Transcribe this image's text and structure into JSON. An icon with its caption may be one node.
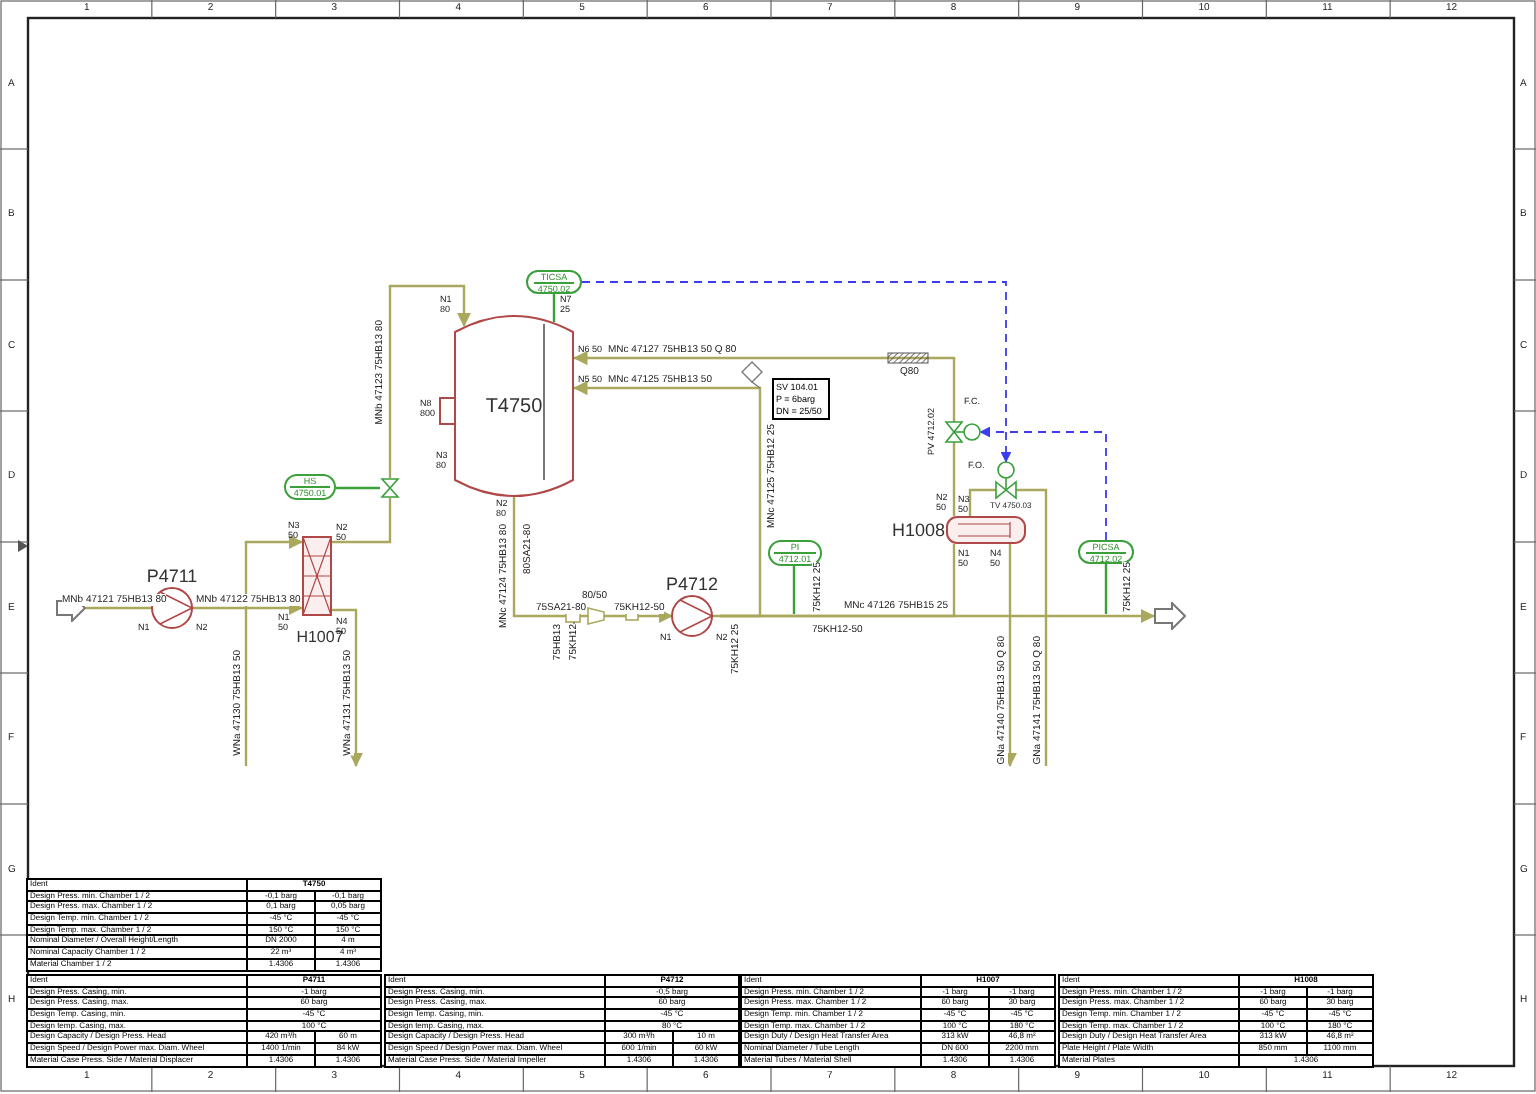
{
  "diagram": {
    "nodes": [
      {
        "text": [
          "P4711"
        ],
        "beside": [
          "N1",
          "N2"
        ]
      },
      {
        "text": [
          "H1007"
        ],
        "beside": [
          "N3 50",
          "N2 50",
          "N1 50",
          "N4 50"
        ]
      },
      {
        "text": [
          "HS",
          "4750.01"
        ]
      },
      {
        "text": [
          "T4750"
        ],
        "beside": [
          "N1 80",
          "N7 25",
          "N6 50",
          "N5 50",
          "N8 800",
          "N3 80",
          "N2 80"
        ]
      },
      {
        "text": [
          "TICSA",
          "4750.02"
        ]
      },
      {
        "text": [
          "P4712"
        ],
        "beside": [
          "N1",
          "N2"
        ]
      },
      {
        "text": [
          "SV 104.01",
          "P = 6barg",
          "DN = 25/50"
        ]
      },
      {
        "text": [
          "PI",
          "4712.01"
        ]
      },
      {
        "text": [
          "H1008"
        ],
        "beside": [
          "N2 50",
          "N3 50",
          "N1 50",
          "N4 50"
        ]
      },
      {
        "text": [
          "PV 4712.02",
          "F.C."
        ]
      },
      {
        "text": [
          "TV 4750.03",
          "F.O."
        ]
      },
      {
        "text": [
          "PICSA",
          "4712.02"
        ]
      },
      {
        "text": [],
        "shape": "arrow"
      },
      {
        "text": [],
        "shape": "arrow"
      },
      {
        "text": [],
        "shape": "valve"
      }
    ],
    "edges": [
      {
        "from": 12,
        "to": 0,
        "arrow": "none",
        "label": "MNb 47121 75HB13 80"
      },
      {
        "from": 0,
        "to": 1,
        "arrow": "to",
        "label": "MNb 47122 75HB13 80"
      },
      {
        "from": null,
        "to": 1,
        "arrow": "to",
        "label": "WNa 47130 75HB13 50"
      },
      {
        "from": 1,
        "to": null,
        "arrow": "to",
        "label": "WNa 47131 75HB13 50"
      },
      {
        "from": 1,
        "to": 14,
        "arrow": "none"
      },
      {
        "from": 2,
        "to": 14,
        "arrow": "none",
        "color": "#3aa03a"
      },
      {
        "from": 4,
        "to": 3,
        "arrow": "none",
        "color": "#3aa03a"
      },
      {
        "from": 3,
        "to": 5,
        "arrow": "to",
        "label": "MNc 47124 75HB13 80"
      },
      {
        "from": 5,
        "to": 13,
        "arrow": "to",
        "label": "MNc 47126 75HB15 25"
      },
      {
        "from": 5,
        "to": 3,
        "arrow": "to",
        "label": "MNc 47125 75HB13 50"
      },
      {
        "from": 5,
        "to": 8,
        "arrow": "none"
      },
      {
        "from": 8,
        "to": 9,
        "arrow": "none"
      },
      {
        "from": 9,
        "to": 3,
        "arrow": "to",
        "label": "MNc 47127 75HB13 50 Q 80"
      },
      {
        "from": 8,
        "to": null,
        "arrow": "to",
        "label": "GNa 47140 75HB13 50 Q 80"
      },
      {
        "from": 10,
        "to": null,
        "arrow": "none",
        "label": "GNa 47141 75HB13 50 Q 80"
      },
      {
        "from": 8,
        "to": 10,
        "arrow": "none"
      },
      {
        "from": 4,
        "to": 10,
        "arrow": "to",
        "style": "dashed",
        "color": "#3b3bf0"
      },
      {
        "from": 11,
        "to": 9,
        "arrow": "to",
        "style": "dashed",
        "color": "#3b3bf0"
      },
      {
        "from": 7,
        "to": null,
        "arrow": "none",
        "color": "#3aa03a"
      },
      {
        "from": 11,
        "to": null,
        "arrow": "none",
        "color": "#3aa03a"
      },
      {
        "from": 14,
        "to": 3,
        "arrow": "to",
        "label": "MNb 47123 75HB13 80"
      }
    ],
    "labels": [
      "1",
      "2",
      "3",
      "4",
      "5",
      "6",
      "7",
      "8",
      "9",
      "10",
      "11",
      "12",
      "A",
      "B",
      "C",
      "D",
      "E",
      "F",
      "G",
      "H",
      "A",
      "B",
      "C",
      "D",
      "E",
      "F",
      "G",
      "H",
      "1",
      "2",
      "3",
      "4",
      "5",
      "6",
      "7",
      "8",
      "9",
      "10",
      "11",
      "12",
      "MNc 47125 75HB12 25",
      "80SA21-80",
      "75SA21-80",
      "80/50",
      "75KH12-50",
      "75HB13",
      "75KH12",
      "75KH12 25",
      "75KH12 25",
      "75KH12-50",
      "75KH12 25",
      "Q80",
      "Ident",
      "T4750",
      "Design Press. min. Chamber 1 / 2",
      "-0,1 barg",
      "-0,1 barg",
      "Design Press. max. Chamber 1 / 2",
      "0,1 barg",
      "0,05 barg",
      "Design Temp. min. Chamber 1 / 2",
      "-45 °C",
      "-45 °C",
      "Design Temp. max. Chamber 1 / 2",
      "150 °C",
      "150 °C",
      "Nominal Diameter / Overall Height/Length",
      "DN 2000",
      "4 m",
      "Nominal Capacity Chamber 1 / 2",
      "22 m³",
      "4 m³",
      "Material Chamber 1 / 2",
      "1.4306",
      "1.4306",
      "Ident",
      "P4711",
      "Design Press. Casing, min.",
      "-1 barg",
      "Design Press. Casing, max.",
      "60 barg",
      "Design Temp. Casing, min.",
      "-45 °C",
      "Design temp. Casing, max.",
      "100 °C",
      "Design Capacity / Design Press. Head",
      "420 m³/h",
      "60 m",
      "Design Speed / Design Power max. Diam. Wheel",
      "1400 1/min",
      "84 kW",
      "Material Case Press. Side / Material Displacer",
      "1.4306",
      "1.4306",
      "Ident",
      "P4712",
      "Design Press. Casing, min.",
      "-0,5 barg",
      "Design Press. Casing, max.",
      "60 barg",
      "Design Temp. Casing, min.",
      "-45 °C",
      "Design temp. Casing, max.",
      "80 °C",
      "Design Capacity / Design Press. Head",
      "300 m³/h",
      "10 m",
      "Design Speed / Design Power max. Diam. Wheel",
      "600 1/min",
      "60 kW",
      "Material Case Press. Side / Material Impeller",
      "1.4306",
      "1.4306",
      "Ident",
      "H1007",
      "Design Press. min. Chamber 1 / 2",
      "-1 barg",
      "-1 barg",
      "Design Press. max. Chamber 1 / 2",
      "60 barg",
      "30 barg",
      "Design Temp. min. Chamber 1 / 2",
      "-45 °C",
      "-45 °C",
      "Design Temp. max. Chamber 1 / 2",
      "100 °C",
      "180 °C",
      "Design Duty / Design Heat Transfer Area",
      "313 kW",
      "46,8 m²",
      "Nominal Diameter / Tube Length",
      "DN 600",
      "2200 mm",
      "Material Tubes / Material Shell",
      "1.4306",
      "1.4306",
      "Ident",
      "H1008",
      "Design Press. min. Chamber 1 / 2",
      "-1 barg",
      "-1 barg",
      "Design Press. max. Chamber 1 / 2",
      "60 barg",
      "30 barg",
      "Design Temp. min. Chamber 1 / 2",
      "-45 °C",
      "-45 °C",
      "Design Temp. max. Chamber 1 / 2",
      "100 °C",
      "180 °C",
      "Design Duty / Design Heat Transfer Area",
      "313 kW",
      "46,8 m²",
      "Plate Height / Plate Width",
      "850 mm",
      "1100 mm",
      "Material Plates",
      "1.4306"
    ]
  }
}
